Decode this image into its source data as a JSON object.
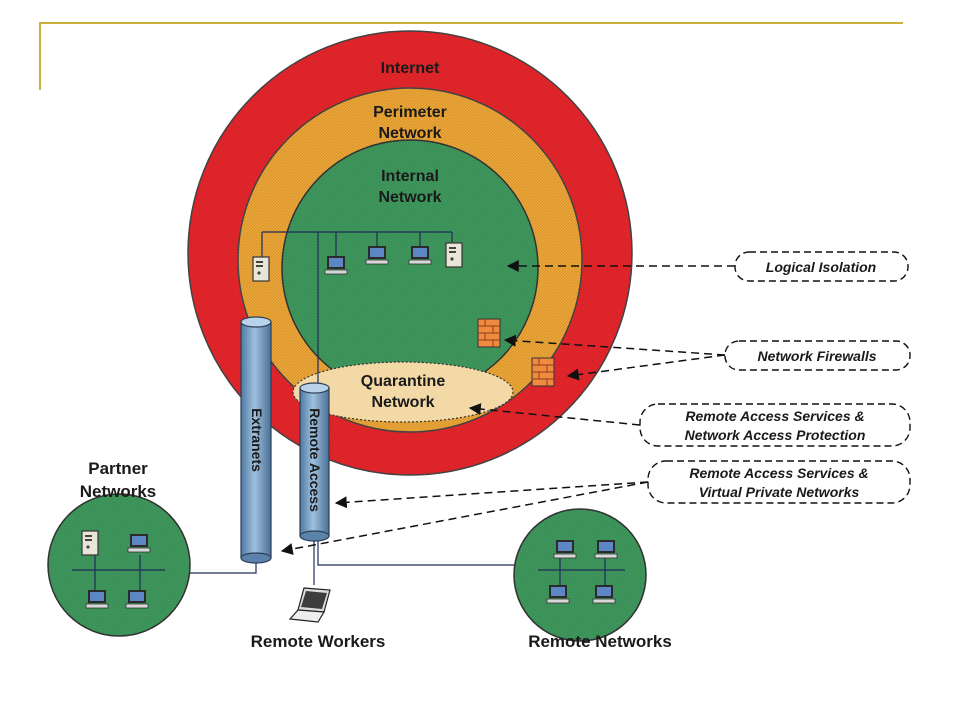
{
  "zones": {
    "internet": "Internet",
    "perimeter_line1": "Perimeter",
    "perimeter_line2": "Network",
    "internal_line1": "Internal",
    "internal_line2": "Network",
    "quarantine_line1": "Quarantine",
    "quarantine_line2": "Network"
  },
  "pipes": {
    "extranets": "Extranets",
    "remote_access": "Remote Access"
  },
  "groups": {
    "partner_line1": "Partner",
    "partner_line2": "Networks",
    "remote_workers": "Remote Workers",
    "remote_networks": "Remote Networks"
  },
  "callouts": {
    "logical_isolation": "Logical Isolation",
    "network_firewalls": "Network Firewalls",
    "ras_nap_line1": "Remote Access Services &",
    "ras_nap_line2": "Network Access Protection",
    "ras_vpn_line1": "Remote Access Services &",
    "ras_vpn_line2": "Virtual Private Networks"
  },
  "colors": {
    "internet": "#e8262b",
    "perimeter": "#eea636",
    "internal": "#3f9a5e",
    "quarantine": "#f3d9a6",
    "pipe": "#6d93b8",
    "frame": "#c9b03a"
  }
}
